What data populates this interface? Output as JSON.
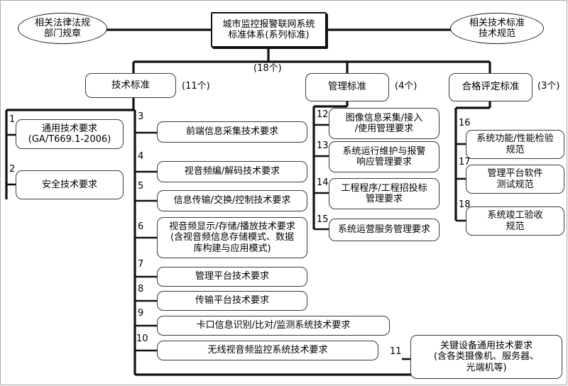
{
  "diagram": {
    "title": "城市监控报警联网系统标准体系(系列标准)",
    "root": {
      "name": "root-node",
      "lines": [
        "城市监控报警联网系统",
        "标准体系(系列标准)"
      ],
      "count_label": "(18个)"
    },
    "side_nodes": [
      {
        "name": "related-laws-ellipse",
        "lines": [
          "相关法律法规",
          "部门规章"
        ]
      },
      {
        "name": "related-tech-standards-ellipse",
        "lines": [
          "相关技术标准",
          "技术规范"
        ]
      }
    ],
    "categories": [
      {
        "name": "technical-standards",
        "label": "技术标准",
        "count_label": "(11个)"
      },
      {
        "name": "management-standards",
        "label": "管理标准",
        "count_label": "(4个)"
      },
      {
        "name": "conformity-assessment-standards",
        "label": "合格评定标准",
        "count_label": "(3个)"
      }
    ],
    "left_items": [
      {
        "num": "1",
        "lines": [
          "通用技术要求",
          "(GA/T669.1-2006)"
        ]
      },
      {
        "num": "2",
        "lines": [
          "安全技术要求"
        ]
      }
    ],
    "technical_items": [
      {
        "num": "3",
        "lines": [
          "前端信息采集技术要求"
        ]
      },
      {
        "num": "4",
        "lines": [
          "视音频编/解码技术要求"
        ]
      },
      {
        "num": "5",
        "lines": [
          "信息传输/交换/控制技术要求"
        ]
      },
      {
        "num": "6",
        "lines": [
          "视音频显示/存储/播放技术要求",
          "(含视音频信息存储模式、数据",
          "库构建与应用模式)"
        ]
      },
      {
        "num": "7",
        "lines": [
          "管理平台技术要求"
        ]
      },
      {
        "num": "8",
        "lines": [
          "传输平台技术要求"
        ]
      },
      {
        "num": "9",
        "lines": [
          "卡口信息识别/比对/监测系统技术要求"
        ]
      },
      {
        "num": "10",
        "lines": [
          "无线视音频监控系统技术要求"
        ]
      },
      {
        "num": "11",
        "lines": [
          "关键设备通用技术要求",
          "(含各类摄像机、服务器、",
          "光端机等)"
        ]
      }
    ],
    "management_items": [
      {
        "num": "12",
        "lines": [
          "图像信息采集/接入",
          "/使用管理要求"
        ]
      },
      {
        "num": "13",
        "lines": [
          "系统运行维护与报警",
          "响应管理要求"
        ]
      },
      {
        "num": "14",
        "lines": [
          "工程程序/工程招投标",
          "管理要求"
        ]
      },
      {
        "num": "15",
        "lines": [
          "系统运营服务管理要求"
        ]
      }
    ],
    "conformity_items": [
      {
        "num": "16",
        "lines": [
          "系统功能/性能检验",
          "规范"
        ]
      },
      {
        "num": "17",
        "lines": [
          "管理平台软件",
          "测试规范"
        ]
      },
      {
        "num": "18",
        "lines": [
          "系统竣工验收",
          "规范"
        ]
      }
    ],
    "colors": {
      "line": "#111111",
      "box_border": "#3a3a3a",
      "background": "#ffffff",
      "text": "#000000"
    }
  }
}
